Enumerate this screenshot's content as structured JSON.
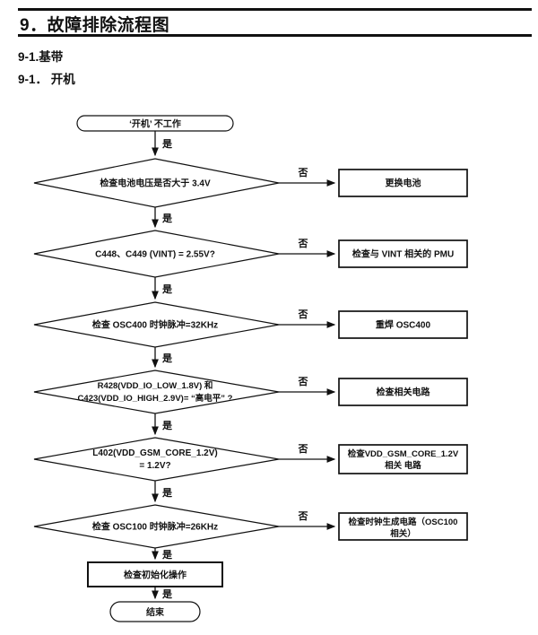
{
  "header": {
    "title": "9．故障排除流程图",
    "section": "9-1.基带",
    "subsection": "9-1． 开机"
  },
  "flowchart": {
    "labels": {
      "yes": "是",
      "no": "否"
    },
    "start": "‘开机’ 不工作",
    "steps": [
      {
        "decision": "检查电池电压是否大于 3.4V",
        "no_action": "更换电池"
      },
      {
        "decision": "C448、C449 (VINT) = 2.55V?",
        "no_action": "检查与 VINT 相关的 PMU"
      },
      {
        "decision": "检查 OSC400 时钟脉冲=32KHz",
        "no_action": "重焊 OSC400"
      },
      {
        "decision_line1": "R428(VDD_IO_LOW_1.8V) 和",
        "decision_line2": "C423(VDD_IO_HIGH_2.9V)= “高电平” ?",
        "no_action": "检查相关电路"
      },
      {
        "decision_line1": "L402(VDD_GSM_CORE_1.2V)",
        "decision_line2": "= 1.2V?",
        "no_action_line1": "检查VDD_GSM_CORE_1.2V",
        "no_action_line2": "相关 电路"
      },
      {
        "decision": "检查 OSC100 时钟脉冲=26KHz",
        "no_action_line1": "检查时钟生成电路（OSC100",
        "no_action_line2": "相关）"
      }
    ],
    "final_step": "检查初始化操作",
    "end": "结束"
  }
}
